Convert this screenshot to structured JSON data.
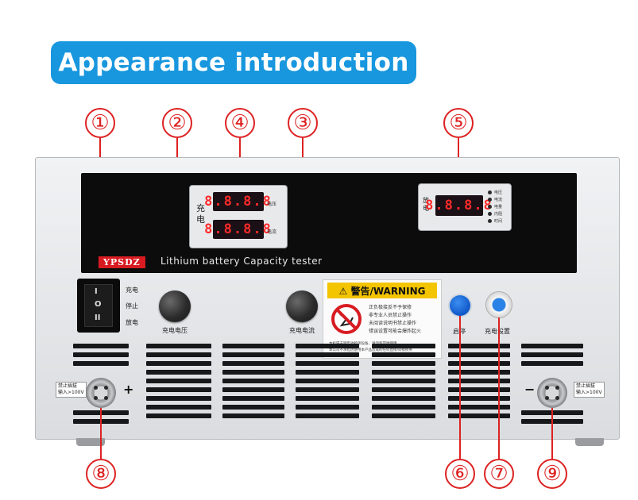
{
  "title": "Appearance introduction",
  "callouts": [
    "①",
    "②",
    "③",
    "④",
    "⑤",
    "⑥",
    "⑦",
    "⑧",
    "⑨"
  ],
  "device": {
    "charge_meter": {
      "side_label": "充 电",
      "top_reading": "8.8.8.8",
      "bottom_reading": "8.8.8.8",
      "top_unit": "电压",
      "bottom_unit": "电流"
    },
    "discharge_meter": {
      "side_label": "放 电",
      "reading": "8.8.8.8",
      "indicators": [
        "电压",
        "电流",
        "电量",
        "内阻",
        "时间"
      ]
    },
    "brand": "YPSDZ",
    "brand_subtitle": "Lithium battery Capacity tester",
    "switch": {
      "marks": [
        "I",
        "O",
        "II"
      ],
      "labels": [
        "充电",
        "停止",
        "放电"
      ]
    },
    "knob_voltage_label": "充电电压",
    "knob_current_label": "充电电流",
    "warning": {
      "header": "⚠ 警告/WARNING",
      "lines": [
        "正负极接反不予保修",
        "非专业人员禁止操作",
        "未阅读说明书禁止操作",
        "错误设置可能会爆炸起火"
      ],
      "footer": [
        "本机属于锂电池检测设备，请勿超范围使用",
        "本公司不承担因使用本产品造成的任何直接/间接损失"
      ]
    },
    "button_blue_label": "启停",
    "button_white_label": "充电设置",
    "left_connector_label": "禁止插拔\n输入>100V",
    "right_connector_label": "禁止插拔\n输入>100V",
    "plus": "+",
    "minus": "−"
  }
}
